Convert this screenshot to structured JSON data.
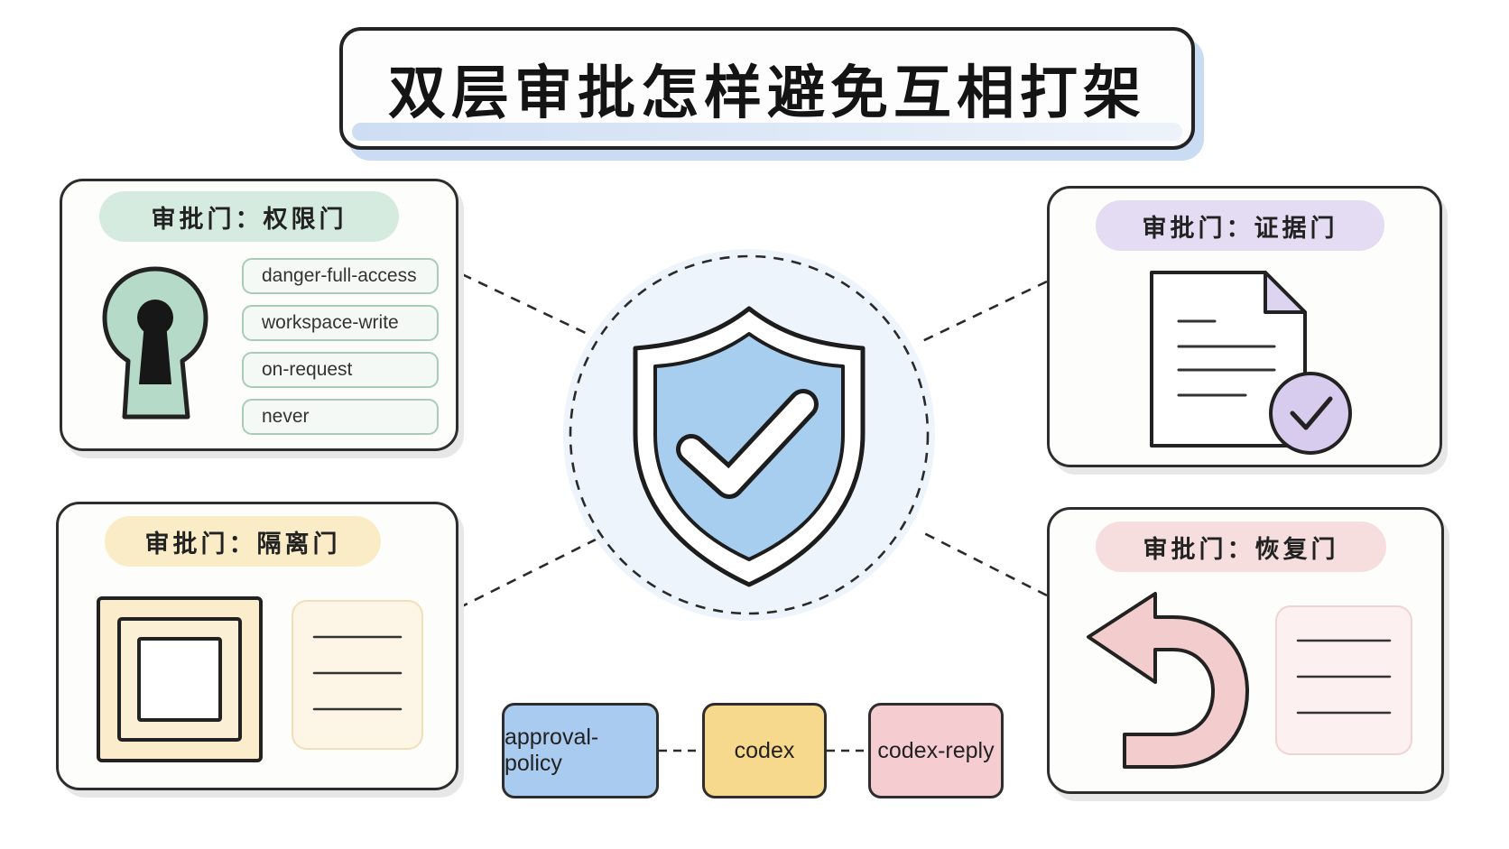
{
  "title": "双层审批怎样避免互相打架",
  "panels": {
    "permission": {
      "label": "审批门：权限门",
      "color": "#d5ebe0",
      "icon": "keyhole-icon",
      "modes": [
        "danger-full-access",
        "workspace-write",
        "on-request",
        "never"
      ]
    },
    "evidence": {
      "label": "审批门：证据门",
      "color": "#e4dcf3",
      "icon": "document-check-icon"
    },
    "isolation": {
      "label": "审批门：隔离门",
      "color": "#f9ecc7",
      "icon": "nested-squares-icon"
    },
    "recovery": {
      "label": "审批门：恢复门",
      "color": "#f6dede",
      "icon": "undo-arrow-icon"
    }
  },
  "center": {
    "icon": "shield-check-icon"
  },
  "flow": [
    {
      "label": "approval-policy",
      "color": "#a9cbef"
    },
    {
      "label": "codex",
      "color": "#f6d98c"
    },
    {
      "label": "codex-reply",
      "color": "#f5cdd0"
    }
  ]
}
